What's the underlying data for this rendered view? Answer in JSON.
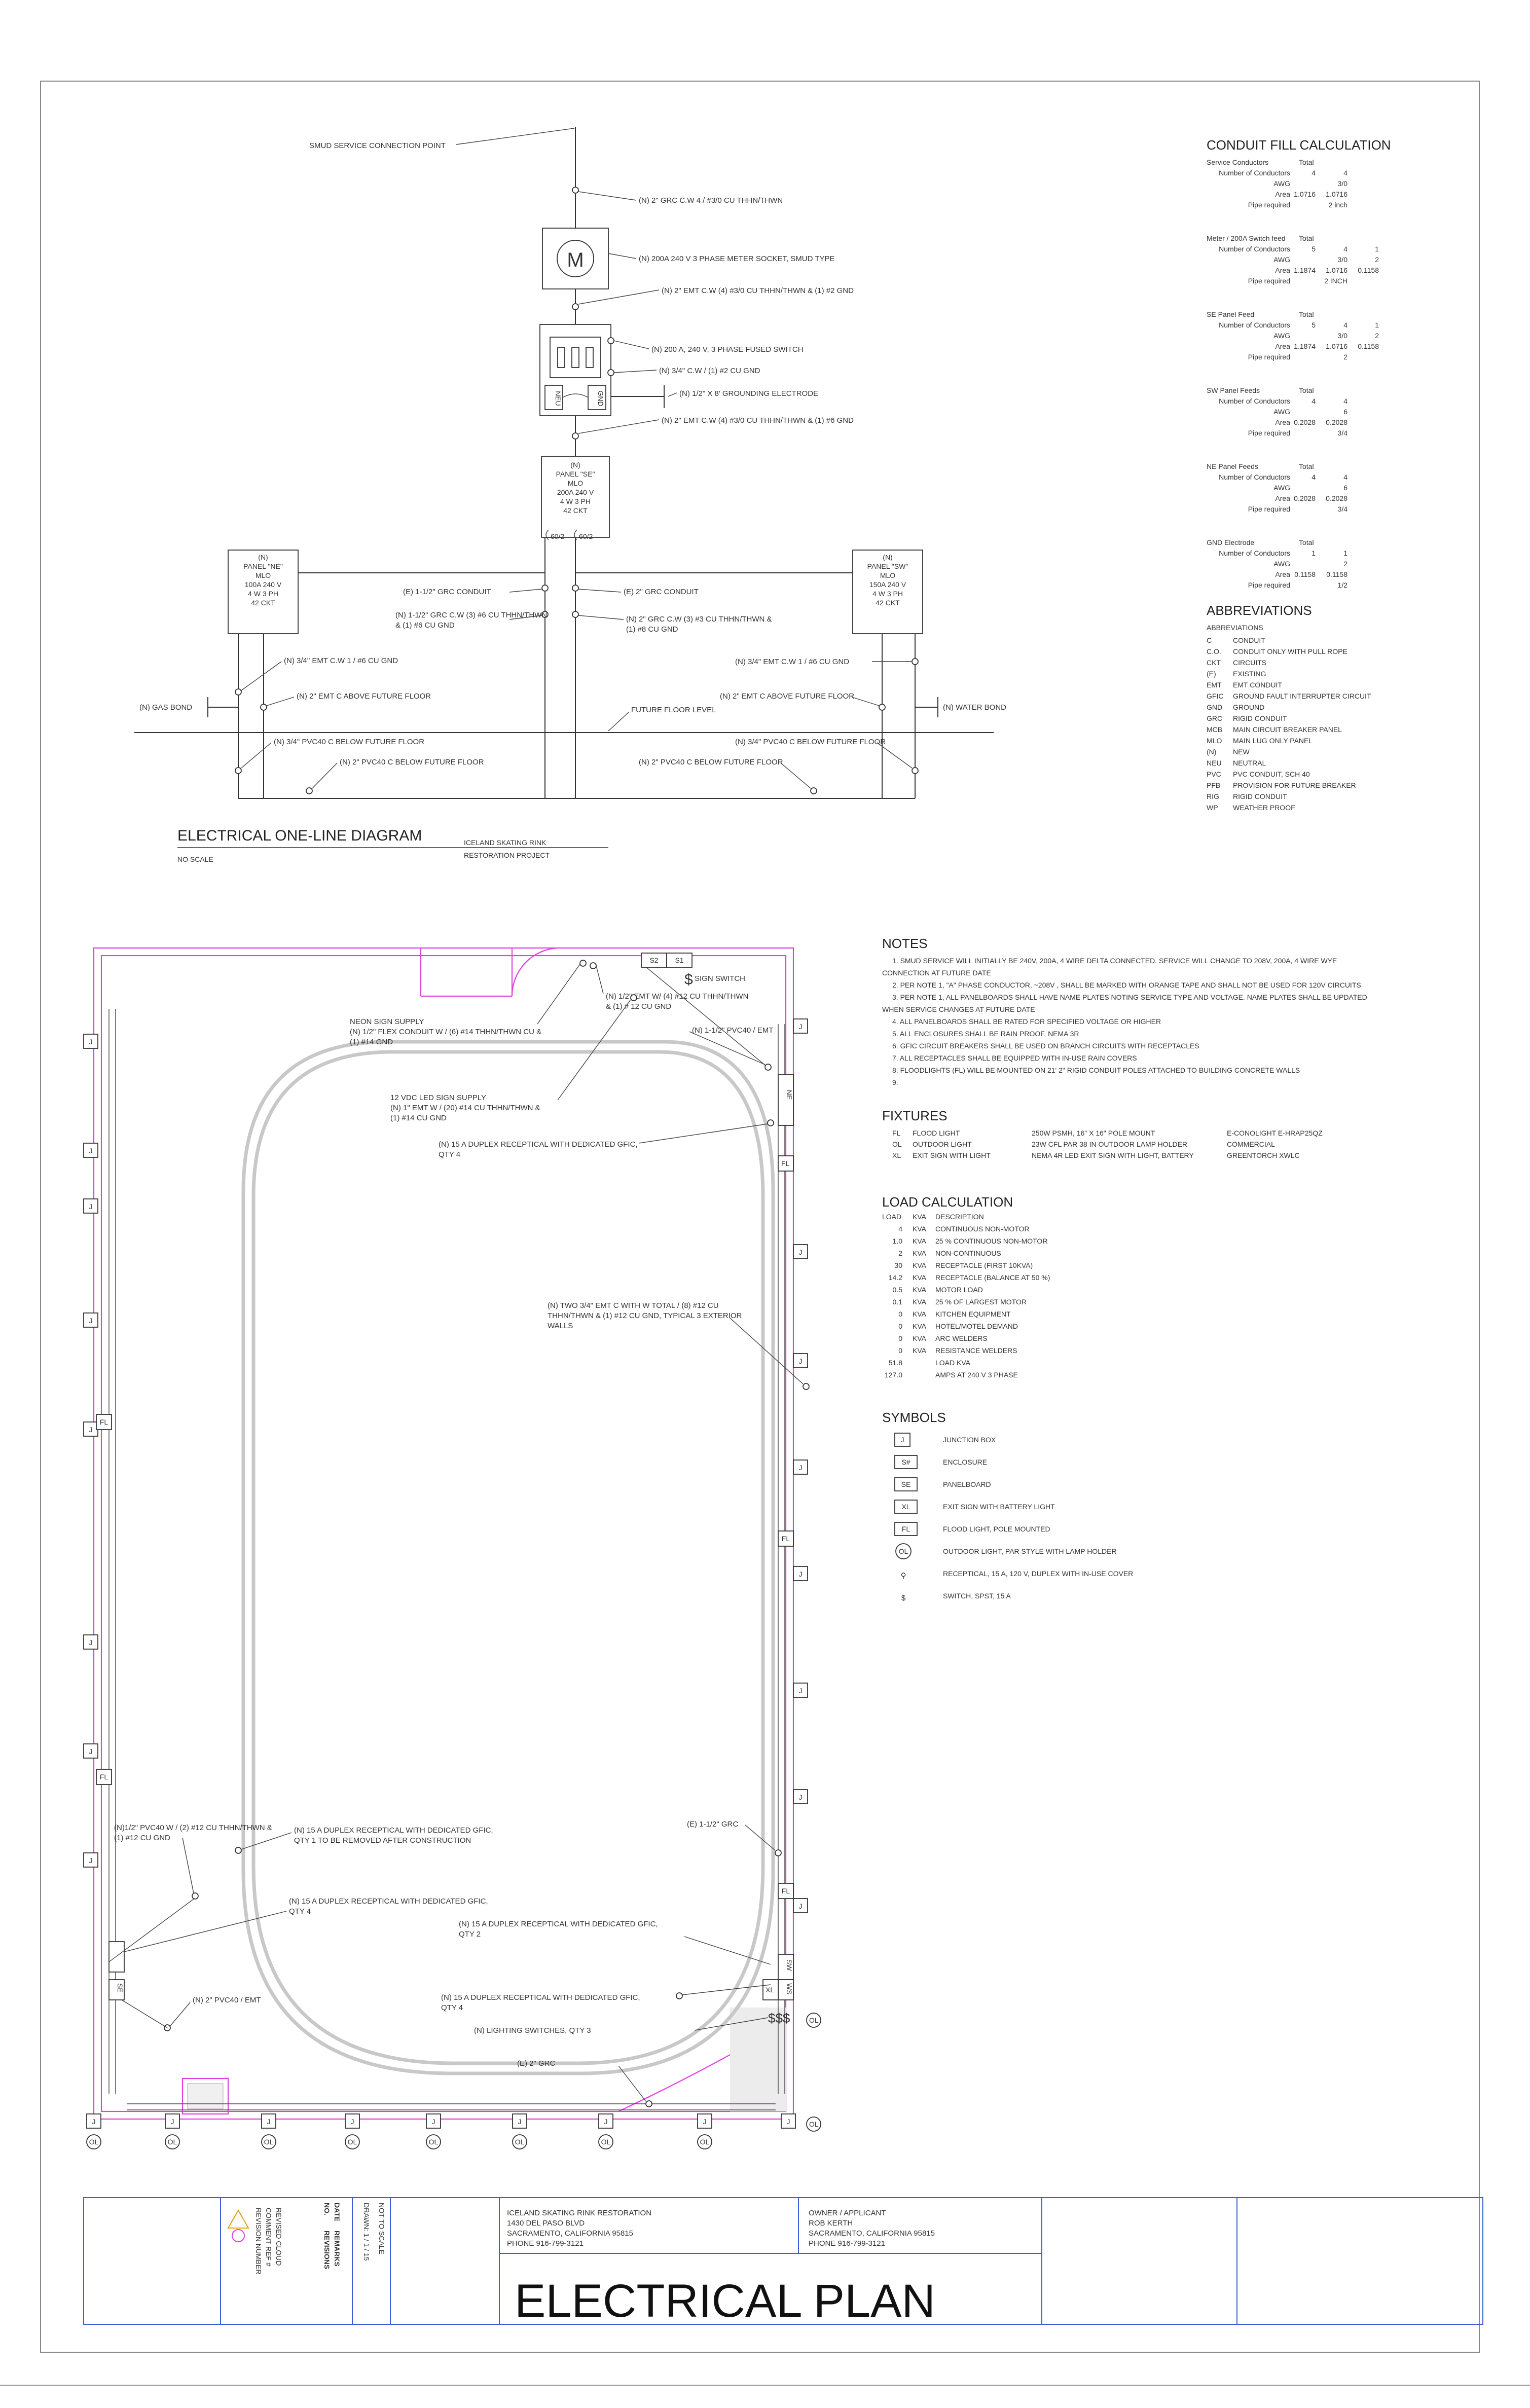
{
  "one_line": {
    "title": "ELECTRICAL ONE-LINE DIAGRAM",
    "scale": "NO SCALE",
    "project_line1": "ICELAND SKATING RINK",
    "project_line2": "RESTORATION PROJECT",
    "service_point": "SMUD SERVICE CONNECTION POINT",
    "grc_service": "(N) 2\" GRC C.W 4 / #3/0 CU THHN/THWN",
    "meter_label": "(N) 200A 240 V 3 PHASE METER SOCKET, SMUD TYPE",
    "meter_symbol": "M",
    "emt_meter": "(N) 2\" EMT C.W (4) #3/0 CU THHN/THWN & (1) #2 GND",
    "switch_label": "(N) 200 A, 240 V, 3 PHASE FUSED SWITCH",
    "emt_gnd": "(N) 3/4\" C.W / (1) #2 CU GND",
    "ground_electrode": "(N) 1/2\" X 8' GROUNDING ELECTRODE",
    "emt_switch": "(N) 2\" EMT C.W (4) #3/0 CU THHN/THWN & (1) #6 GND",
    "neu": "NEU",
    "gnd": "GND",
    "panel_se": [
      "(N)",
      "PANEL \"SE\"",
      "MLO",
      "200A 240 V",
      "4 W 3 PH",
      "42 CKT"
    ],
    "breaker_a": "60/2",
    "breaker_b": "60/2",
    "panel_ne": [
      "(N)",
      "PANEL \"NE\"",
      "MLO",
      "100A 240 V",
      "4 W 3 PH",
      "42 CKT"
    ],
    "panel_sw": [
      "(N)",
      "PANEL \"SW\"",
      "MLO",
      "150A 240 V",
      "4 W 3 PH",
      "42 CKT"
    ],
    "e_grc_left": "(E) 1-1/2\" GRC CONDUIT",
    "e_grc_right": "(E) 2\" GRC CONDUIT",
    "grc_left_1": "(N) 1-1/2\" GRC C.W (3) #6 CU THHN/THWN",
    "grc_left_2": "& (1) #6 CU GND",
    "grc_right_1": "(N) 2\" GRC C.W (3) #3 CU THHN/THWN &",
    "grc_right_2": "(1) #8 CU GND",
    "emt_ne": "(N) 3/4\" EMT C.W 1 / #6 CU GND",
    "emt_sw": "(N) 3/4\" EMT C.W 1 / #6 CU GND",
    "emt_above_left": "(N) 2\" EMT C ABOVE FUTURE FLOOR",
    "emt_above_right": "(N) 2\" EMT C ABOVE FUTURE FLOOR",
    "gas_bond": "(N) GAS BOND",
    "water_bond": "(N) WATER BOND",
    "future_floor": "FUTURE FLOOR LEVEL",
    "pvc_left_1": "(N) 3/4\" PVC40 C BELOW FUTURE FLOOR",
    "pvc_left_2": "(N) 2\" PVC40 C BELOW FUTURE FLOOR",
    "pvc_right_1": "(N) 3/4\" PVC40 C BELOW FUTURE FLOOR",
    "pvc_right_2": "(N) 2\" PVC40 C BELOW FUTURE FLOOR"
  },
  "conduit_fill": {
    "title": "CONDUIT FILL CALCULATION",
    "groups": [
      {
        "name": "Service Conductors",
        "total_label": "Total",
        "rows": [
          [
            "Number of Conductors",
            "4",
            "4",
            ""
          ],
          [
            "AWG",
            "",
            "3/0",
            ""
          ],
          [
            "Area",
            "1.0716",
            "1.0716",
            ""
          ],
          [
            "Pipe required",
            "",
            "2 inch",
            ""
          ]
        ]
      },
      {
        "name": "Meter / 200A Switch feed",
        "total_label": "Total",
        "rows": [
          [
            "Number of Conductors",
            "5",
            "4",
            "1"
          ],
          [
            "AWG",
            "",
            "3/0",
            "2"
          ],
          [
            "Area",
            "1.1874",
            "1.0716",
            "0.1158"
          ],
          [
            "Pipe required",
            "",
            "2 INCH",
            ""
          ]
        ]
      },
      {
        "name": "SE Panel Feed",
        "total_label": "Total",
        "rows": [
          [
            "Number of Conductors",
            "5",
            "4",
            "1"
          ],
          [
            "AWG",
            "",
            "3/0",
            "2"
          ],
          [
            "Area",
            "1.1874",
            "1.0716",
            "0.1158"
          ],
          [
            "Pipe required",
            "",
            "2",
            ""
          ]
        ]
      },
      {
        "name": "SW Panel Feeds",
        "total_label": "Total",
        "rows": [
          [
            "Number of Conductors",
            "4",
            "4",
            ""
          ],
          [
            "AWG",
            "",
            "6",
            ""
          ],
          [
            "Area",
            "0.2028",
            "0.2028",
            ""
          ],
          [
            "Pipe required",
            "",
            "3/4",
            ""
          ]
        ]
      },
      {
        "name": "NE Panel Feeds",
        "total_label": "Total",
        "rows": [
          [
            "Number of Conductors",
            "4",
            "4",
            ""
          ],
          [
            "AWG",
            "",
            "6",
            ""
          ],
          [
            "Area",
            "0.2028",
            "0.2028",
            ""
          ],
          [
            "Pipe required",
            "",
            "3/4",
            ""
          ]
        ]
      },
      {
        "name": "GND Electrode",
        "total_label": "Total",
        "rows": [
          [
            "Number of Conductors",
            "1",
            "1",
            ""
          ],
          [
            "AWG",
            "",
            "2",
            ""
          ],
          [
            "Area",
            "0.1158",
            "0.1158",
            ""
          ],
          [
            "Pipe required",
            "",
            "1/2",
            ""
          ]
        ]
      }
    ]
  },
  "abbreviations": {
    "title": "ABBREVIATIONS",
    "subtitle": "ABBREVIATIONS",
    "items": [
      [
        "C",
        "CONDUIT"
      ],
      [
        "C.O.",
        "CONDUIT ONLY WITH PULL ROPE"
      ],
      [
        "CKT",
        "CIRCUITS"
      ],
      [
        "(E)",
        "EXISTING"
      ],
      [
        "EMT",
        "EMT CONDUIT"
      ],
      [
        "GFIC",
        "GROUND FAULT INTERRUPTER CIRCUIT"
      ],
      [
        "GND",
        "GROUND"
      ],
      [
        "GRC",
        "RIGID CONDUIT"
      ],
      [
        "MCB",
        "MAIN CIRCUIT BREAKER PANEL"
      ],
      [
        "MLO",
        "MAIN LUG ONLY PANEL"
      ],
      [
        "(N)",
        "NEW"
      ],
      [
        "NEU",
        "NEUTRAL"
      ],
      [
        "PVC",
        "PVC CONDUIT, SCH 40"
      ],
      [
        "PFB",
        "PROVISION FOR FUTURE BREAKER"
      ],
      [
        "RIG",
        "RIGID CONDUIT"
      ],
      [
        "WP",
        "WEATHER PROOF"
      ]
    ]
  },
  "notes": {
    "title": "NOTES",
    "lines": [
      "1. SMUD SERVICE WILL INITIALLY BE 240V, 200A, 4 WIRE DELTA CONNECTED. SERVICE WILL CHANGE TO 208V, 200A, 4 WIRE WYE",
      "CONNECTION AT FUTURE DATE",
      "2. PER NOTE 1, \"A\" PHASE CONDUCTOR, ~208V , SHALL BE MARKED WITH ORANGE TAPE AND SHALL NOT BE USED FOR 120V CIRCUITS",
      "3. PER NOTE 1, ALL PANELBOARDS SHALL HAVE NAME PLATES NOTING SERVICE TYPE AND VOLTAGE. NAME PLATES SHALL BE UPDATED",
      "WHEN SERVICE CHANGES AT FUTURE DATE",
      "4. ALL PANELBOARDS SHALL BE RATED FOR SPECIFIED VOLTAGE OR HIGHER",
      "5. ALL ENCLOSURES SHALL BE RAIN PROOF, NEMA 3R",
      "6. GFIC CIRCUIT BREAKERS SHALL BE USED ON BRANCH CIRCUITS WITH RECEPTACLES",
      "7. ALL RECEPTACLES SHALL BE EQUIPPED WITH IN-USE RAIN COVERS",
      "8. FLOODLIGHTS (FL) WILL BE MOUNTED ON 21' 2\" RIGID CONDUIT POLES ATTACHED TO BUILDING CONCRETE WALLS",
      "9."
    ]
  },
  "fixtures": {
    "title": "FIXTURES",
    "rows": [
      [
        "FL",
        "FLOOD LIGHT",
        "250W PSMH, 16\" X 16\" POLE MOUNT",
        "E-CONOLIGHT E-HRAP25QZ"
      ],
      [
        "OL",
        "OUTDOOR LIGHT",
        "23W CFL PAR 38 IN OUTDOOR LAMP HOLDER",
        "COMMERCIAL"
      ],
      [
        "XL",
        "EXIT SIGN WITH LIGHT",
        "NEMA 4R LED EXIT SIGN WITH LIGHT, BATTERY",
        "GREENTORCH XWLC"
      ]
    ]
  },
  "load_calc": {
    "title": "LOAD CALCULATION",
    "header": [
      "LOAD",
      "KVA",
      "DESCRIPTION"
    ],
    "rows": [
      [
        "4",
        "KVA",
        "CONTINUOUS NON-MOTOR"
      ],
      [
        "1.0",
        "KVA",
        "25 % CONTINUOUS NON-MOTOR"
      ],
      [
        "2",
        "KVA",
        "NON-CONTINUOUS"
      ],
      [
        "30",
        "KVA",
        "RECEPTACLE (FIRST 10KVA)"
      ],
      [
        "14.2",
        "KVA",
        "RECEPTACLE (BALANCE AT 50 %)"
      ],
      [
        "0.5",
        "KVA",
        "MOTOR LOAD"
      ],
      [
        "0.1",
        "KVA",
        "25 % OF LARGEST MOTOR"
      ],
      [
        "0",
        "KVA",
        "KITCHEN EQUIPMENT"
      ],
      [
        "0",
        "KVA",
        "HOTEL/MOTEL DEMAND"
      ],
      [
        "0",
        "KVA",
        "ARC WELDERS"
      ],
      [
        "0",
        "KVA",
        "RESISTANCE WELDERS"
      ],
      [
        "51.8",
        "",
        "LOAD KVA"
      ],
      [
        "127.0",
        "",
        "AMPS AT 240 V 3 PHASE"
      ]
    ]
  },
  "symbols": {
    "title": "SYMBOLS",
    "items": [
      {
        "glyph": "J",
        "label": "JUNCTION BOX"
      },
      {
        "glyph": "S#",
        "label": "ENCLOSURE"
      },
      {
        "glyph": "SE",
        "label": "PANELBOARD"
      },
      {
        "glyph": "XL",
        "label": "EXIT SIGN WITH BATTERY LIGHT"
      },
      {
        "glyph": "FL",
        "label": "FLOOD LIGHT, POLE MOUNTED"
      },
      {
        "glyph": "OL",
        "label": "OUTDOOR LIGHT, PAR STYLE WITH LAMP HOLDER"
      },
      {
        "glyph": "⚲",
        "label": "RECEPTICAL, 15 A, 120 V, DUPLEX WITH IN-USE COVER"
      },
      {
        "glyph": "$",
        "label": "SWITCH, SPST, 15 A"
      }
    ]
  },
  "plan": {
    "neon_1": "NEON SIGN SUPPLY",
    "neon_2": "(N) 1/2\" FLEX CONDUIT W / (6) #14 THHN/THWN CU &",
    "neon_3": "(1) #14 GND",
    "sign_emt_1": "(N) 1/2\" EMT W/ (4) #12 CU THHN/THWN",
    "sign_emt_2": "& (1) # 12 CU GND",
    "sign_switch": "SIGN SWITCH",
    "pvc_emt_top": "(N) 1-1/2\" PVC40 / EMT",
    "led_1": "12 VDC LED SIGN SUPPLY",
    "led_2": "(N) 1\" EMT W / (20) #14 CU THHN/THWN &",
    "led_3": "(1) #14 CU GND",
    "duplex_top_1": "(N) 15 A DUPLEX RECEPTICAL WITH DEDICATED GFIC,",
    "duplex_top_2": "QTY 4",
    "two_emt_1": "(N) TWO 3/4\" EMT C WITH W TOTAL / (8) #12 CU",
    "two_emt_2": "THHN/THWN & (1) #12 CU GND, TYPICAL 3 EXTERIOR",
    "two_emt_3": "WALLS",
    "e_grc_plan": "(E) 1-1/2\" GRC",
    "pvc_left_1": "(N)1/2\" PVC40 W / (2) #12 CU THHN/THWN &",
    "pvc_left_2": "(1) #12 CU GND",
    "duplex_rem_1": "(N) 15 A DUPLEX RECEPTICAL WITH DEDICATED GFIC,",
    "duplex_rem_2": "QTY 1 TO BE REMOVED AFTER CONSTRUCTION",
    "duplex_l4_1": "(N) 15 A DUPLEX RECEPTICAL WITH DEDICATED GFIC,",
    "duplex_l4_2": "QTY 4",
    "duplex_q2_1": "(N) 15 A DUPLEX RECEPTICAL WITH DEDICATED GFIC,",
    "duplex_q2_2": "QTY 2",
    "duplex_q4b_1": "(N) 15 A DUPLEX RECEPTICAL WITH DEDICATED GFIC,",
    "duplex_q4b_2": "QTY 4",
    "pvc_emt_bottom": "(N) 2\" PVC40 / EMT",
    "lighting_sw": "(N) LIGHTING SWITCHES, QTY 3",
    "e_grc_bottom": "(E) 2\" GRC",
    "enc_s2": "S2",
    "enc_s1": "S1",
    "panel_ne": "NE",
    "panel_se": "SE",
    "panel_sw": "SW",
    "ws": "WS",
    "jbox": "J",
    "fl": "FL",
    "ol": "OL",
    "xl": "XL"
  },
  "title_block": {
    "revision_header": "REVISION NUMBER",
    "comment_ref": "COMMENT REF #",
    "revised_cloud": "REVISED CLOUD",
    "no": "NO.",
    "date": "DATE",
    "revisions": "REVISIONS",
    "remarks": "REMARKS",
    "not_to_scale": "NOT TO SCALE",
    "drawn": "DRAWN: 1 / 1 / 15",
    "project_name": "ICELAND SKATING RINK RESTORATION",
    "project_addr1": "1430 DEL PASO BLVD",
    "project_addr2": "SACRAMENTO, CALIFORNIA 95815",
    "project_phone": "PHONE 916-799-3121",
    "owner_label": "OWNER / APPLICANT",
    "owner_name": "ROB KERTH",
    "owner_addr": "SACRAMENTO, CALIFORNIA 95815",
    "owner_phone": "PHONE 916-799-3121",
    "sheet_title": "ELECTRICAL PLAN"
  }
}
